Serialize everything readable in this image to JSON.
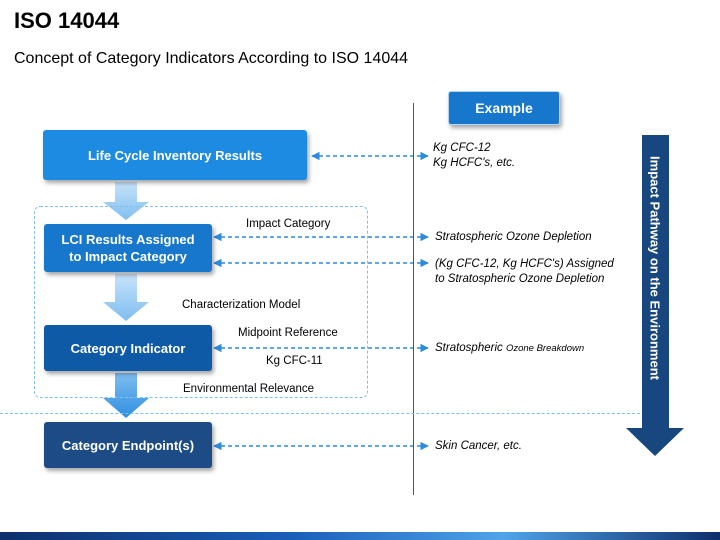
{
  "header": {
    "title": "ISO 14044",
    "subtitle": "Concept of Category Indicators According to ISO 14044"
  },
  "example_label": "Example",
  "boxes": {
    "lci_results": "Life Cycle Inventory Results",
    "lci_assigned_line1": "LCI Results Assigned",
    "lci_assigned_line2": "to Impact Category",
    "category_indicator": "Category Indicator",
    "category_endpoints": "Category Endpoint(s)"
  },
  "labels": {
    "impact_category": "Impact Category",
    "characterization_model": "Characterization Model",
    "midpoint_reference": "Midpoint Reference",
    "kg_cfc11": "Kg CFC-11",
    "environmental_relevance": "Environmental Relevance"
  },
  "examples": {
    "ex1_line1": "Kg CFC-12",
    "ex1_line2": "Kg HCFC's, etc.",
    "ex2": "Stratospheric Ozone Depletion",
    "ex3_line1": "(Kg CFC-12, Kg HCFC's) Assigned",
    "ex3_line2": "to Stratospheric Ozone Depletion",
    "ex4_main": "Stratospheric",
    "ex4_small": "Ozone Breakdown",
    "ex5": "Skin Cancer, etc."
  },
  "pathway_label": "Impact Pathway on the Environment",
  "colors": {
    "box_light": "#1e8be3",
    "box_mid": "#1677cc",
    "box_dark": "#0f5aa6",
    "box_darkest": "#1d4b85",
    "dashed": "#7fc0f0",
    "pathway_arrow": "#17477e"
  }
}
